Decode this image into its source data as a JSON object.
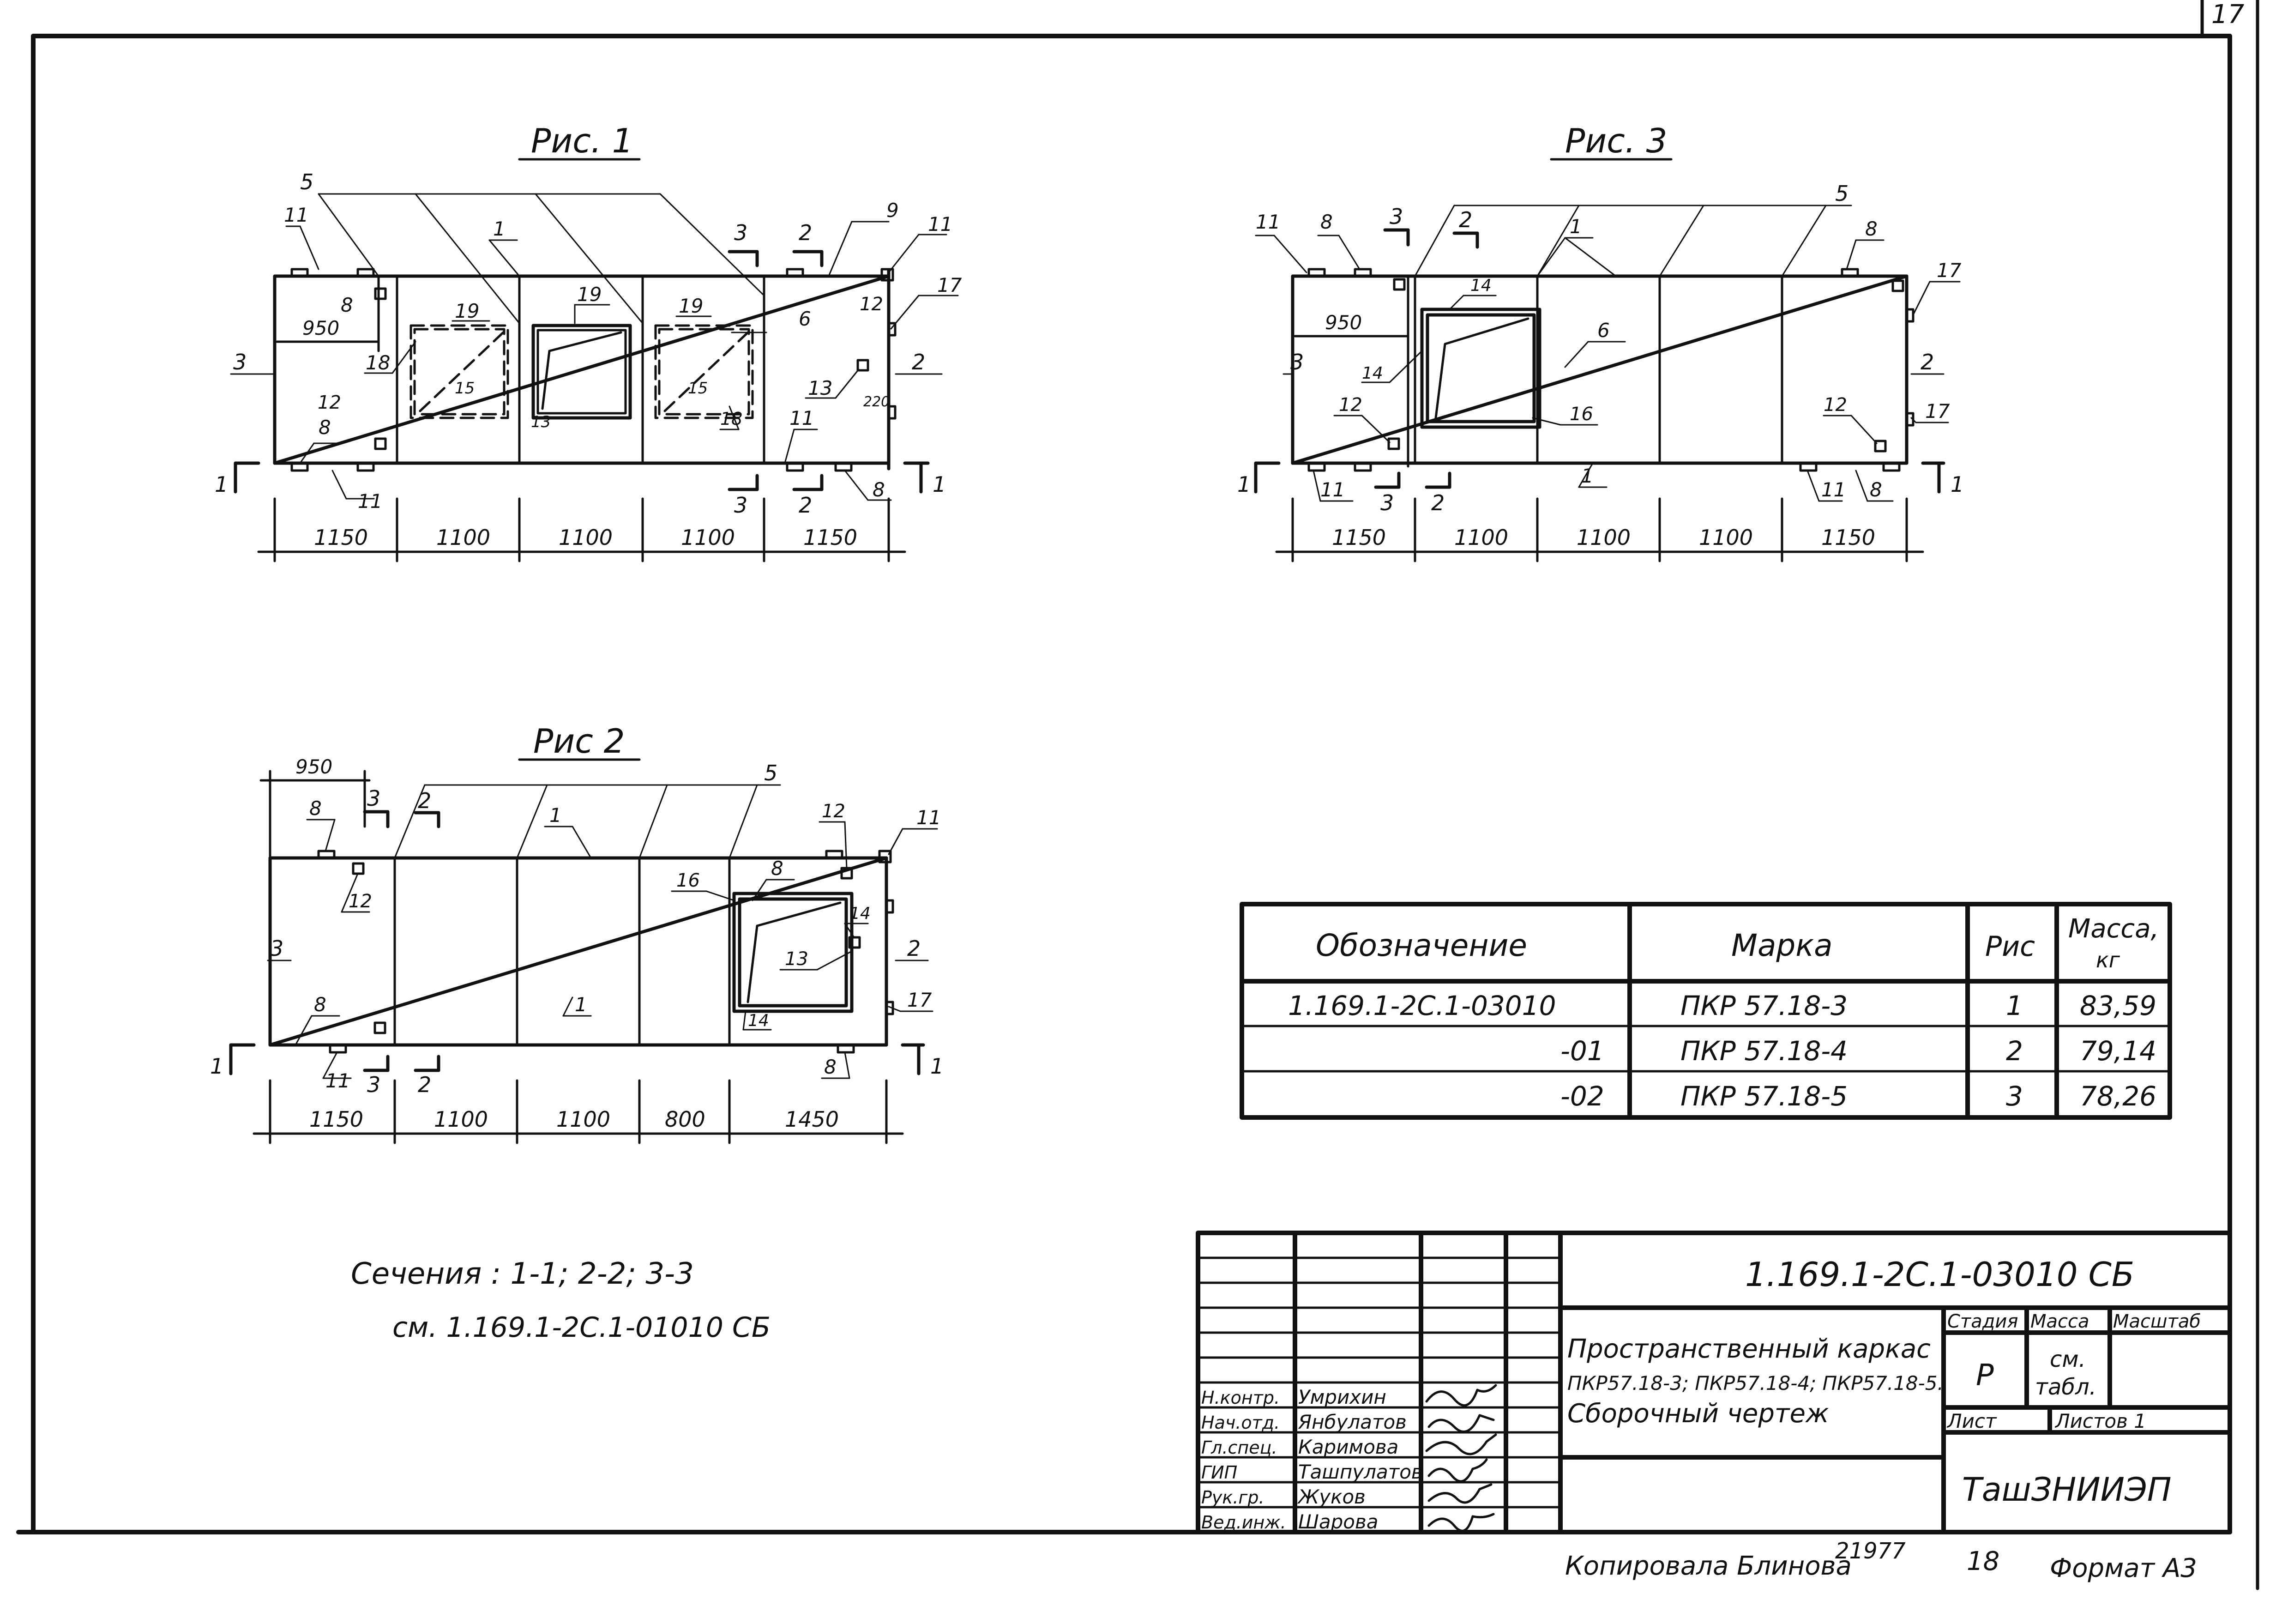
{
  "sheet_number": "17",
  "figures": {
    "fig1": {
      "title": "Рис. 1",
      "dims": [
        "1150",
        "1100",
        "1100",
        "1100",
        "1150"
      ],
      "dim_950": "950",
      "dim_220": "220",
      "callouts": {
        "c5": "5",
        "c11a": "11",
        "c1": "1",
        "c3v": "3",
        "c2v": "2",
        "c9": "9",
        "c11b": "11",
        "c8a": "8",
        "c19a": "19",
        "c19b": "19",
        "c19c": "19",
        "c17": "17",
        "c12a": "12",
        "c3": "3",
        "c18a": "18",
        "c15a": "15",
        "c13a": "13",
        "c15b": "15",
        "c6": "6",
        "c2": "2",
        "c13b": "13",
        "c12b": "12",
        "c8b": "8",
        "c11c": "11",
        "c18b": "18",
        "c11d": "11",
        "c3b": "3",
        "c2b": "2",
        "c8c": "8",
        "s1l": "1",
        "s1r": "1"
      }
    },
    "fig2": {
      "title": "Рис 2",
      "dims": [
        "1150",
        "1100",
        "1100",
        "800",
        "1450"
      ],
      "dim_950": "950",
      "callouts": {
        "c8a": "8",
        "c3v": "3",
        "c2v": "2",
        "c1": "1",
        "c5": "5",
        "c12a": "12",
        "c11": "11",
        "c12b": "12",
        "c16": "16",
        "c8b": "8",
        "c14a": "14",
        "c3": "3",
        "c13": "13",
        "c2": "2",
        "c1b": "1",
        "c8c": "8",
        "c17": "17",
        "c14b": "14",
        "c11b": "11",
        "c3b": "3",
        "c2b": "2",
        "c8d": "8",
        "s1l": "1",
        "s1r": "1"
      }
    },
    "fig3": {
      "title": "Рис. 3",
      "dims": [
        "1150",
        "1100",
        "1100",
        "1100",
        "1150"
      ],
      "dim_950": "950",
      "callouts": {
        "c11": "11",
        "c8a": "8",
        "c3v": "3",
        "c2v": "2",
        "c1": "1",
        "c5": "5",
        "c8b": "8",
        "c14a": "14",
        "c17a": "17",
        "c3": "3",
        "c6": "6",
        "c14b": "14",
        "c2": "2",
        "c12a": "12",
        "c16": "16",
        "c12b": "12",
        "c17b": "17",
        "c1b": "1",
        "c11b": "11",
        "c3b": "3",
        "c2b": "2",
        "c11c": "11",
        "c8c": "8",
        "s1l": "1",
        "s1r": "1"
      }
    }
  },
  "sections_note": {
    "line1": "Сечения : 1-1; 2-2; 3-3",
    "line2": "см. 1.169.1-2С.1-01010 СБ"
  },
  "spec_table": {
    "headers": [
      "Обозначение",
      "Марка",
      "Рис",
      "Масса,",
      "кг"
    ],
    "rows": [
      {
        "designation": "1.169.1-2С.1-03010",
        "mark": "ПКР 57.18-3",
        "fig": "1",
        "mass": "83,59"
      },
      {
        "designation": "-01",
        "mark": "ПКР 57.18-4",
        "fig": "2",
        "mass": "79,14"
      },
      {
        "designation": "-02",
        "mark": "ПКР 57.18-5",
        "fig": "3",
        "mass": "78,26"
      }
    ]
  },
  "title_block": {
    "doc_code": "1.169.1-2С.1-03010 СБ",
    "title_line1": "Пространственный каркас",
    "title_line2": "ПКР57.18-3; ПКР57.18-4; ПКР57.18-5.",
    "title_line3": "Сборочный чертеж",
    "stage_header": "Стадия",
    "mass_header": "Масса",
    "scale_header": "Масштаб",
    "stage_value": "Р",
    "mass_value_1": "см.",
    "mass_value_2": "табл.",
    "sheet_label": "Лист",
    "sheets_label": "Листов 1",
    "organization": "ТашЗНИИЭП",
    "signatures": [
      {
        "role": "Н.контр.",
        "name": "Умрихин"
      },
      {
        "role": "Нач.отд.",
        "name": "Янбулатов"
      },
      {
        "role": "Гл.спец.",
        "name": "Каримова"
      },
      {
        "role": "ГИП",
        "name": "Ташпулатов"
      },
      {
        "role": "Рук.гр.",
        "name": "Жуков"
      },
      {
        "role": "Вед.инж.",
        "name": "Шарова"
      }
    ]
  },
  "footer": {
    "copied_by": "Копировала Блинова",
    "copy_number": "21977",
    "page": "18",
    "format": "Формат А3"
  }
}
